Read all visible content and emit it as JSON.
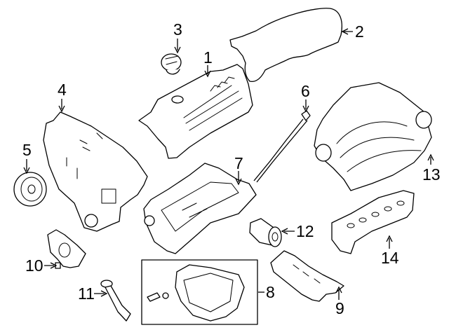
{
  "diagram": {
    "type": "exploded parts diagram",
    "subject": "engine parts",
    "callouts": [
      {
        "id": 1,
        "label": "1",
        "part": "valve-cover"
      },
      {
        "id": 2,
        "label": "2",
        "part": "valve-cover-gasket"
      },
      {
        "id": 3,
        "label": "3",
        "part": "oil-filler-cap"
      },
      {
        "id": 4,
        "label": "4",
        "part": "timing-cover"
      },
      {
        "id": 5,
        "label": "5",
        "part": "crankshaft-pulley"
      },
      {
        "id": 6,
        "label": "6",
        "part": "oil-dipstick"
      },
      {
        "id": 7,
        "label": "7",
        "part": "upper-oil-pan"
      },
      {
        "id": 8,
        "label": "8",
        "part": "lower-oil-pan-kit"
      },
      {
        "id": 9,
        "label": "9",
        "part": "intake-manifold-gasket"
      },
      {
        "id": 10,
        "label": "10",
        "part": "oil-pump"
      },
      {
        "id": 11,
        "label": "11",
        "part": "oil-pickup-tube"
      },
      {
        "id": 12,
        "label": "12",
        "part": "oil-filter"
      },
      {
        "id": 13,
        "label": "13",
        "part": "upper-intake-manifold"
      },
      {
        "id": 14,
        "label": "14",
        "part": "lower-intake-manifold"
      }
    ]
  }
}
